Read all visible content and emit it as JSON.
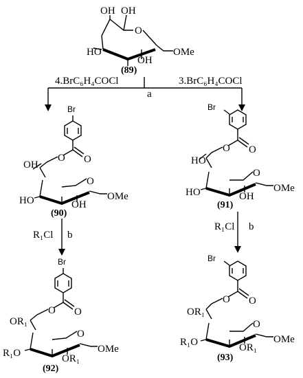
{
  "compounds": {
    "c89": {
      "number": "(89)",
      "oh_top1": "OH",
      "oh_top2": "OH",
      "ho_left": "HO",
      "oh_bottom": "OH",
      "ome": "OMe"
    },
    "c90": {
      "number": "(90)",
      "br": "Br",
      "oh_top": "OH",
      "ho_left": "HO",
      "oh_bottom": "OH",
      "ome": "OMe"
    },
    "c91": {
      "number": "(91)",
      "br": "Br",
      "oh_top": "HO",
      "ho_left": "HO",
      "oh_bottom": "OH",
      "ome": "OMe"
    },
    "c92": {
      "number": "(92)",
      "br": "Br",
      "or_top": "OR₁",
      "r1o_left": "R₁O",
      "or_bottom": "OR₁",
      "ome": "OMe"
    },
    "c93": {
      "number": "(93)",
      "br": "Br",
      "or_top": "OR₁",
      "r1o_left": "R₁O",
      "or_bottom": "OR₁",
      "ome": "OMe"
    }
  },
  "reagents": {
    "left_top": "4.BrC₆H₄COCl",
    "right_top": "3.BrC₆H₄COCl",
    "step_a": "a",
    "left_bottom": "R₁Cl",
    "left_bottom_step": "b",
    "right_bottom": "R₁Cl",
    "right_bottom_step": "b"
  },
  "ring_atom": "O"
}
